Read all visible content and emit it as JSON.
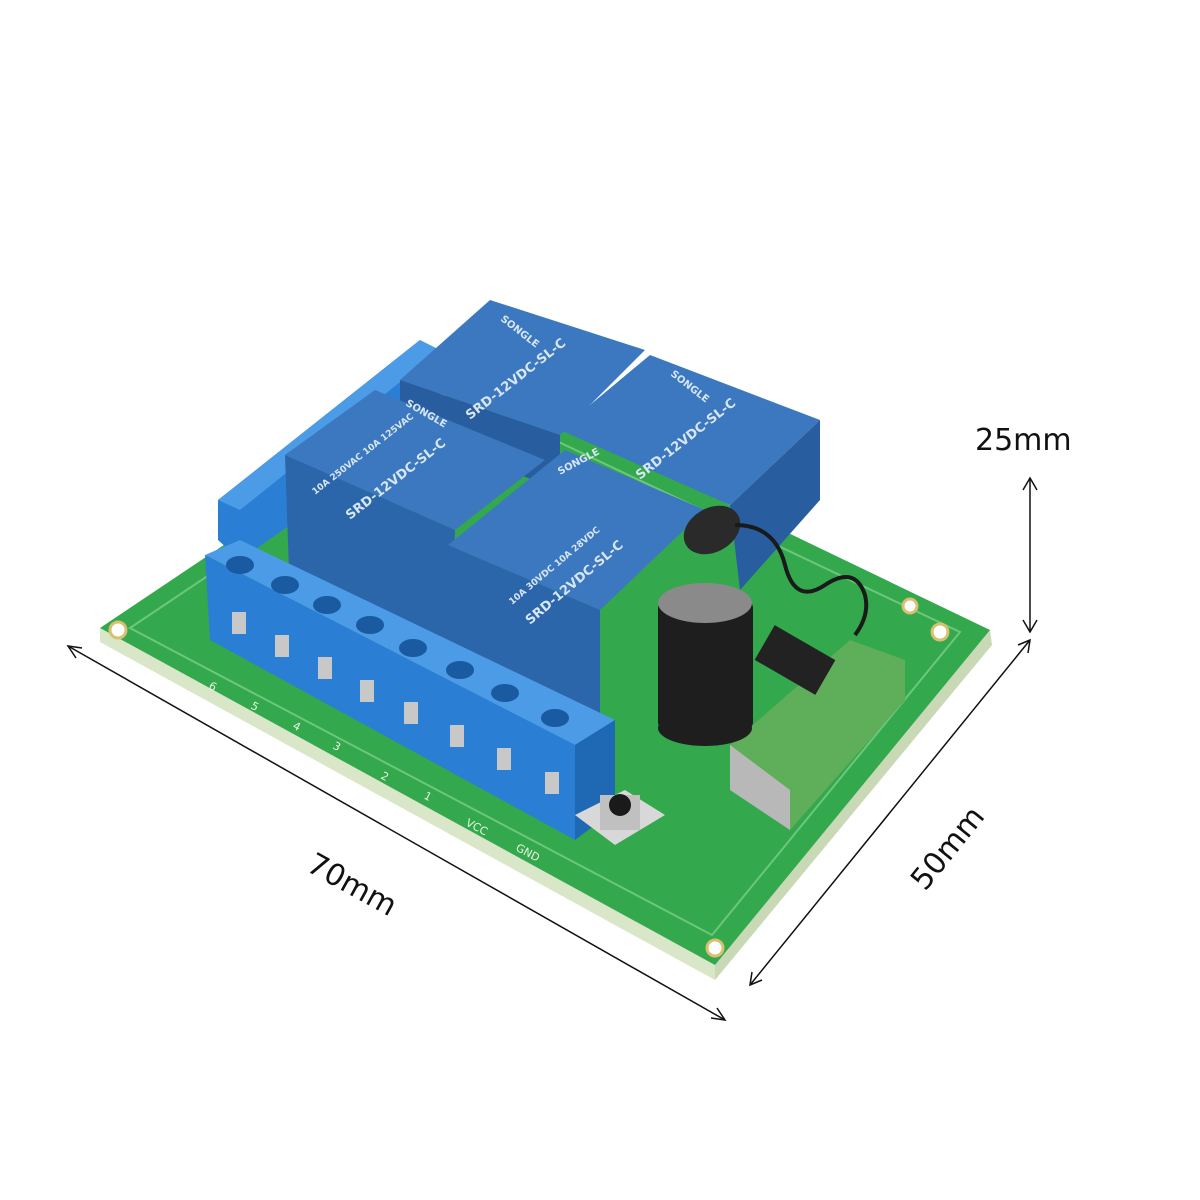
{
  "dimensions": {
    "length": "70mm",
    "width": "50mm",
    "height": "25mm"
  },
  "relay": {
    "brand": "SONGLE",
    "model": "SRD-12VDC-SL-C",
    "rating_line1": "10A 250VAC  10A 125VAC",
    "rating_line2": "10A 30VDC  10A 28VDC"
  },
  "pcb_labels": {
    "terminals": [
      "6",
      "5",
      "4",
      "3",
      "2",
      "1",
      "VCC",
      "GND"
    ]
  },
  "colors": {
    "pcb": "#2fa84a",
    "relay": "#2f6db5",
    "terminal_block": "#2a7fd4",
    "background": "#ffffff"
  }
}
